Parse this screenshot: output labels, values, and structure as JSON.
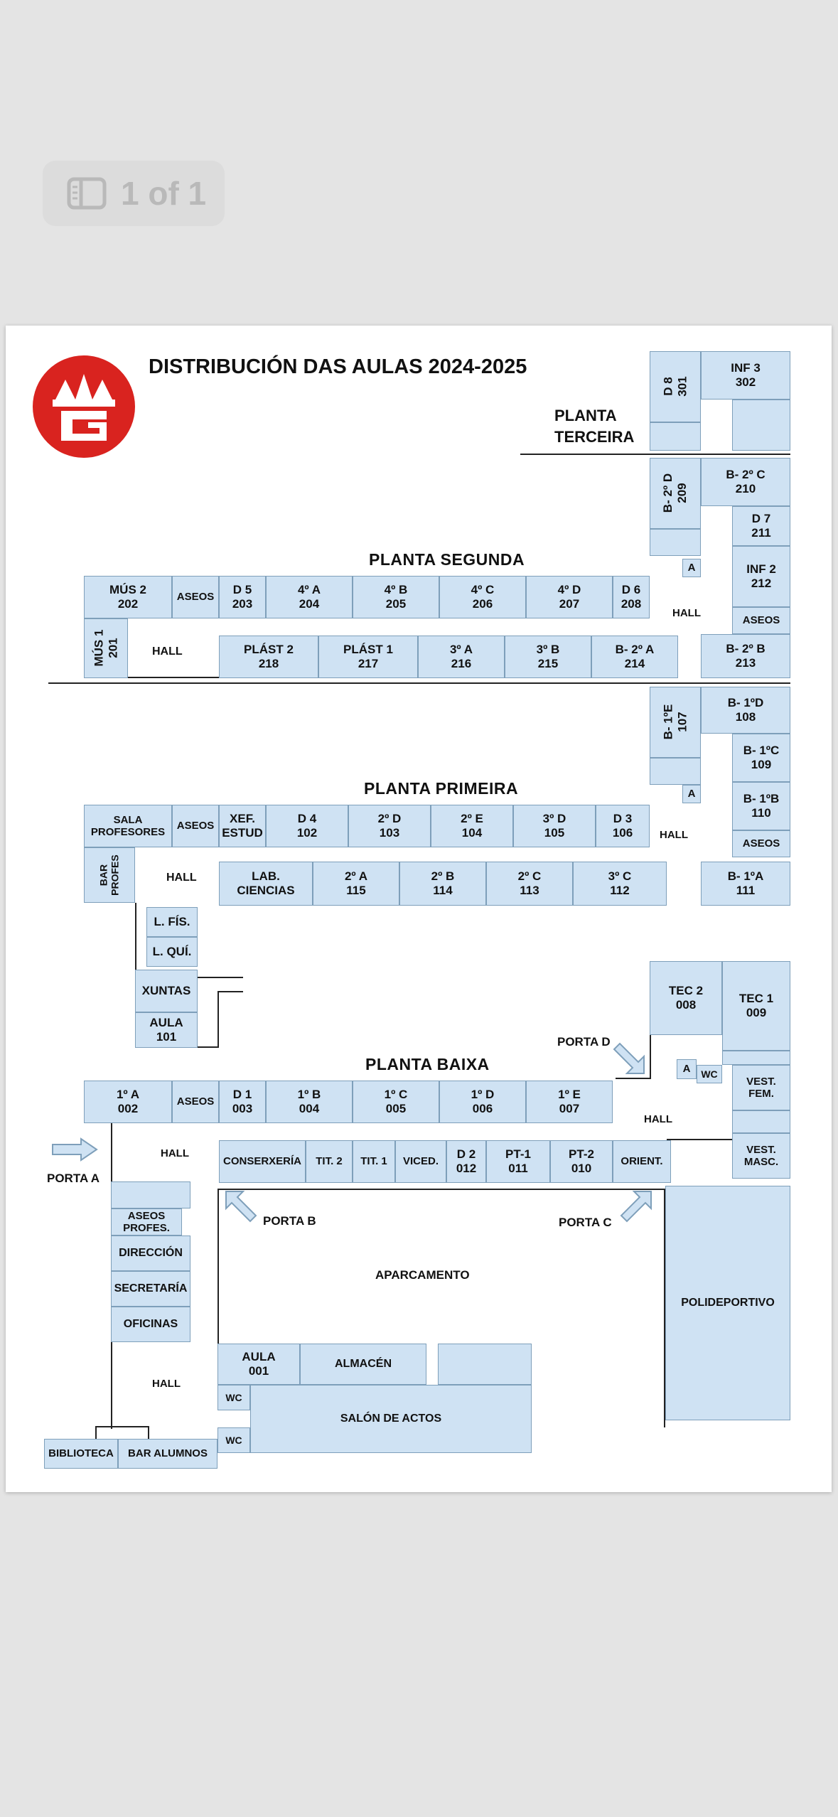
{
  "pager": {
    "label": "1 of 1",
    "icon": "sidebar-panel-icon"
  },
  "title": "DISTRIBUCIÓN DAS AULAS 2024-2025",
  "floors": {
    "third": "PLANTA\nTERCEIRA",
    "second": "PLANTA SEGUNDA",
    "first": "PLANTA PRIMEIRA",
    "ground": "PLANTA BAIXA"
  },
  "colors": {
    "room": "#cfe2f3",
    "logo": "#d9231f"
  },
  "rooms": {
    "d8_301": "D 8\n301",
    "inf3_302": "INF 3\n302",
    "b2d_209": "B- 2º D\n209",
    "b2c_210": "B- 2º C\n210",
    "d7_211": "D 7\n211",
    "inf2_212": "INF 2\n212",
    "aseos_2r": "ASEOS",
    "b2b_213": "B- 2º B\n213",
    "a_2": "A",
    "hall_2r": "HALL",
    "mus2_202": "MÚS 2\n202",
    "aseos_2": "ASEOS",
    "d5_203": "D 5\n203",
    "4a_204": "4º A\n204",
    "4b_205": "4º B\n205",
    "4c_206": "4º C\n206",
    "4d_207": "4º D\n207",
    "d6_208": "D 6\n208",
    "mus1_201": "MÚS 1\n201",
    "hall_2": "HALL",
    "plast2_218": "PLÁST 2\n218",
    "plast1_217": "PLÁST 1\n217",
    "3a_216": "3º A\n216",
    "3b_215": "3º B\n215",
    "b2a_214": "B- 2º A\n214",
    "b1e_107": "B- 1ºE\n107",
    "b1d_108": "B- 1ºD\n108",
    "b1c_109": "B- 1ºC\n109",
    "b1b_110": "B- 1ºB\n110",
    "aseos_1r": "ASEOS",
    "b1a_111": "B- 1ºA\n111",
    "a_1": "A",
    "hall_1r": "HALL",
    "sala_prof": "SALA\nPROFESORES",
    "aseos_1": "ASEOS",
    "xef_estud": "XEF.\nESTUD",
    "d4_102": "D 4\n102",
    "2d_103": "2º D\n103",
    "2e_104": "2º E\n104",
    "3d_105": "3º D\n105",
    "d3_106": "D 3\n106",
    "bar_profes": "BAR\nPROFES",
    "hall_1": "HALL",
    "lab_ciencias": "LAB.\nCIENCIAS",
    "2a_115": "2º A\n115",
    "2b_114": "2º B\n114",
    "2c_113": "2º C\n113",
    "3c_112": "3º C\n112",
    "l_fis": "L. FÍS.",
    "l_qui": "L. QUÍ.",
    "xuntas": "XUNTAS",
    "aula_101": "AULA\n101",
    "tec2_008": "TEC 2\n008",
    "tec1_009": "TEC 1\n009",
    "a_0": "A",
    "wc_0r": "WC",
    "vest_fem": "VEST.\nFEM.",
    "vest_masc": "VEST.\nMASC.",
    "hall_0r": "HALL",
    "1a_002": "1º A\n002",
    "aseos_0": "ASEOS",
    "d1_003": "D 1\n003",
    "1b_004": "1º B\n004",
    "1c_005": "1º C\n005",
    "1d_006": "1º D\n006",
    "1e_007": "1º E\n007",
    "hall_0": "HALL",
    "conserxeria": "CONSERXERÍA",
    "tit2": "TIT. 2",
    "tit1": "TIT. 1",
    "viced": "VICED.",
    "d2_012": "D 2\n012",
    "pt1_011": "PT-1\n011",
    "pt2_010": "PT-2\n010",
    "orient": "ORIENT.",
    "aseos_profes": "ASEOS\nPROFES.",
    "direccion": "DIRECCIÓN",
    "secretaria": "SECRETARÍA",
    "oficinas": "OFICINAS",
    "hall_0b": "HALL",
    "aparcamento": "APARCAMENTO",
    "polideportivo": "POLIDEPORTIVO",
    "aula_001": "AULA\n001",
    "almacen": "ALMACÉN",
    "wc_1": "WC",
    "wc_2": "WC",
    "salon": "SALÓN DE ACTOS",
    "biblioteca": "BIBLIOTECA",
    "bar_alumnos": "BAR ALUMNOS"
  },
  "doors": {
    "a": "PORTA A",
    "b": "PORTA B",
    "c": "PORTA C",
    "d": "PORTA D"
  }
}
